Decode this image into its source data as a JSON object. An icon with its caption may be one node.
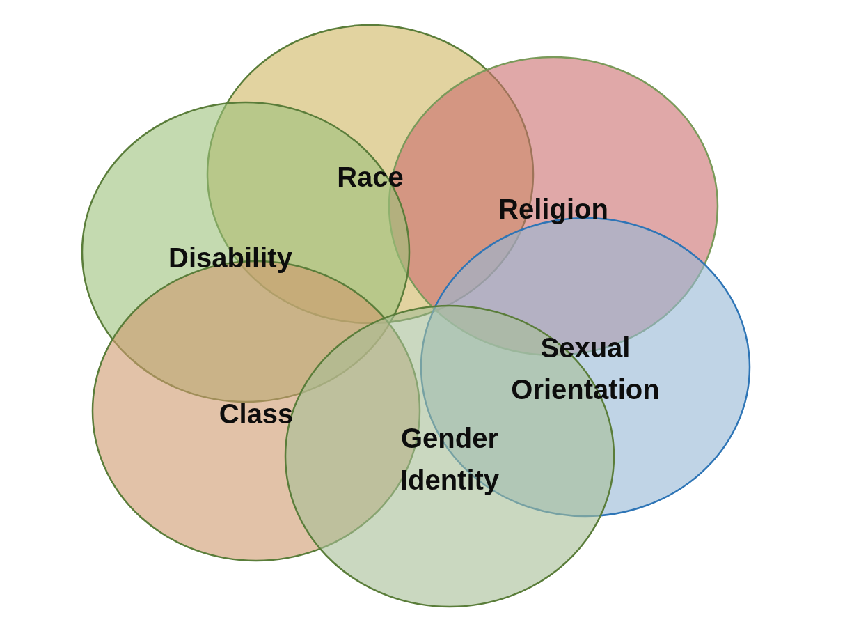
{
  "diagram": {
    "nodes": [
      {
        "text": [
          "Race"
        ]
      },
      {
        "text": [
          "Religion"
        ]
      },
      {
        "text": [
          "Disability"
        ]
      },
      {
        "text": [
          "Sexual Orientation"
        ]
      },
      {
        "text": [
          "Class"
        ]
      },
      {
        "text": [
          "Gender Identity"
        ]
      }
    ]
  }
}
